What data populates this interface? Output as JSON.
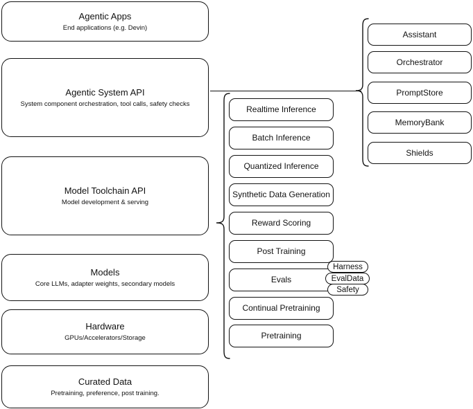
{
  "diagram": {
    "title": "AI stack layered architecture diagram",
    "stroke_color": "#111111",
    "background_color": "#ffffff"
  },
  "stack_layers": [
    {
      "id": "agentic-apps",
      "title": "Agentic Apps",
      "subtitle": "End applications (e.g. Devin)"
    },
    {
      "id": "agentic-system-api",
      "title": "Agentic System API",
      "subtitle": "System component orchestration, tool calls, safety checks"
    },
    {
      "id": "model-toolchain-api",
      "title": "Model Toolchain API",
      "subtitle": "Model development & serving"
    },
    {
      "id": "models",
      "title": "Models",
      "subtitle": "Core LLMs, adapter weights, secondary models"
    },
    {
      "id": "hardware",
      "title": "Hardware",
      "subtitle": "GPUs/Accelerators/Storage"
    },
    {
      "id": "curated-data",
      "title": "Curated Data",
      "subtitle": "Pretraining, preference, post training."
    }
  ],
  "toolchain_components": [
    {
      "id": "realtime-inference",
      "label": "Realtime Inference"
    },
    {
      "id": "batch-inference",
      "label": "Batch Inference"
    },
    {
      "id": "quantized-inference",
      "label": "Quantized Inference"
    },
    {
      "id": "synthetic-data-generation",
      "label": "Synthetic Data Generation"
    },
    {
      "id": "reward-scoring",
      "label": "Reward Scoring"
    },
    {
      "id": "post-training",
      "label": "Post Training"
    },
    {
      "id": "evals",
      "label": "Evals"
    },
    {
      "id": "continual-pretraining",
      "label": "Continual Pretraining"
    },
    {
      "id": "pretraining",
      "label": "Pretraining"
    }
  ],
  "eval_badges": [
    {
      "id": "harness",
      "label": "Harness"
    },
    {
      "id": "evaldata",
      "label": "EvalData"
    },
    {
      "id": "safety",
      "label": "Safety"
    }
  ],
  "system_components": [
    {
      "id": "assistant",
      "label": "Assistant"
    },
    {
      "id": "orchestrator",
      "label": "Orchestrator"
    },
    {
      "id": "promptstore",
      "label": "PromptStore"
    },
    {
      "id": "memorybank",
      "label": "MemoryBank"
    },
    {
      "id": "shields",
      "label": "Shields"
    }
  ]
}
